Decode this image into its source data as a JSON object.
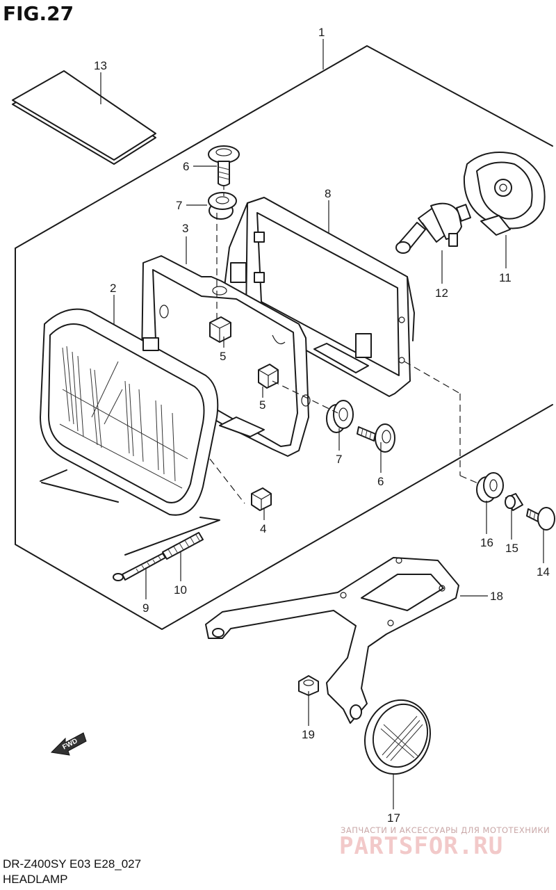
{
  "figure": {
    "title": "FIG.27"
  },
  "footer": {
    "model_code": "DR-Z400SY E03 E28_027",
    "section_name": "HEADLAMP"
  },
  "watermark": {
    "tagline": "ЗАПЧАСТИ И АКСЕССУАРЫ ДЛЯ МОТОТЕХНИКИ",
    "brand": "PARTSFOR.RU"
  },
  "direction_marker": {
    "text": "FWD"
  },
  "callouts": [
    {
      "id": "c1",
      "text": "1"
    },
    {
      "id": "c13",
      "text": "13"
    },
    {
      "id": "c6a",
      "text": "6"
    },
    {
      "id": "c7a",
      "text": "7"
    },
    {
      "id": "c8",
      "text": "8"
    },
    {
      "id": "c3",
      "text": "3"
    },
    {
      "id": "c2",
      "text": "2"
    },
    {
      "id": "c11",
      "text": "11"
    },
    {
      "id": "c12",
      "text": "12"
    },
    {
      "id": "c5a",
      "text": "5"
    },
    {
      "id": "c5b",
      "text": "5"
    },
    {
      "id": "c7b",
      "text": "7"
    },
    {
      "id": "c6b",
      "text": "6"
    },
    {
      "id": "c4",
      "text": "4"
    },
    {
      "id": "c16",
      "text": "16"
    },
    {
      "id": "c15",
      "text": "15"
    },
    {
      "id": "c14",
      "text": "14"
    },
    {
      "id": "c10",
      "text": "10"
    },
    {
      "id": "c9",
      "text": "9"
    },
    {
      "id": "c18",
      "text": "18"
    },
    {
      "id": "c19",
      "text": "19"
    },
    {
      "id": "c17",
      "text": "17"
    }
  ]
}
